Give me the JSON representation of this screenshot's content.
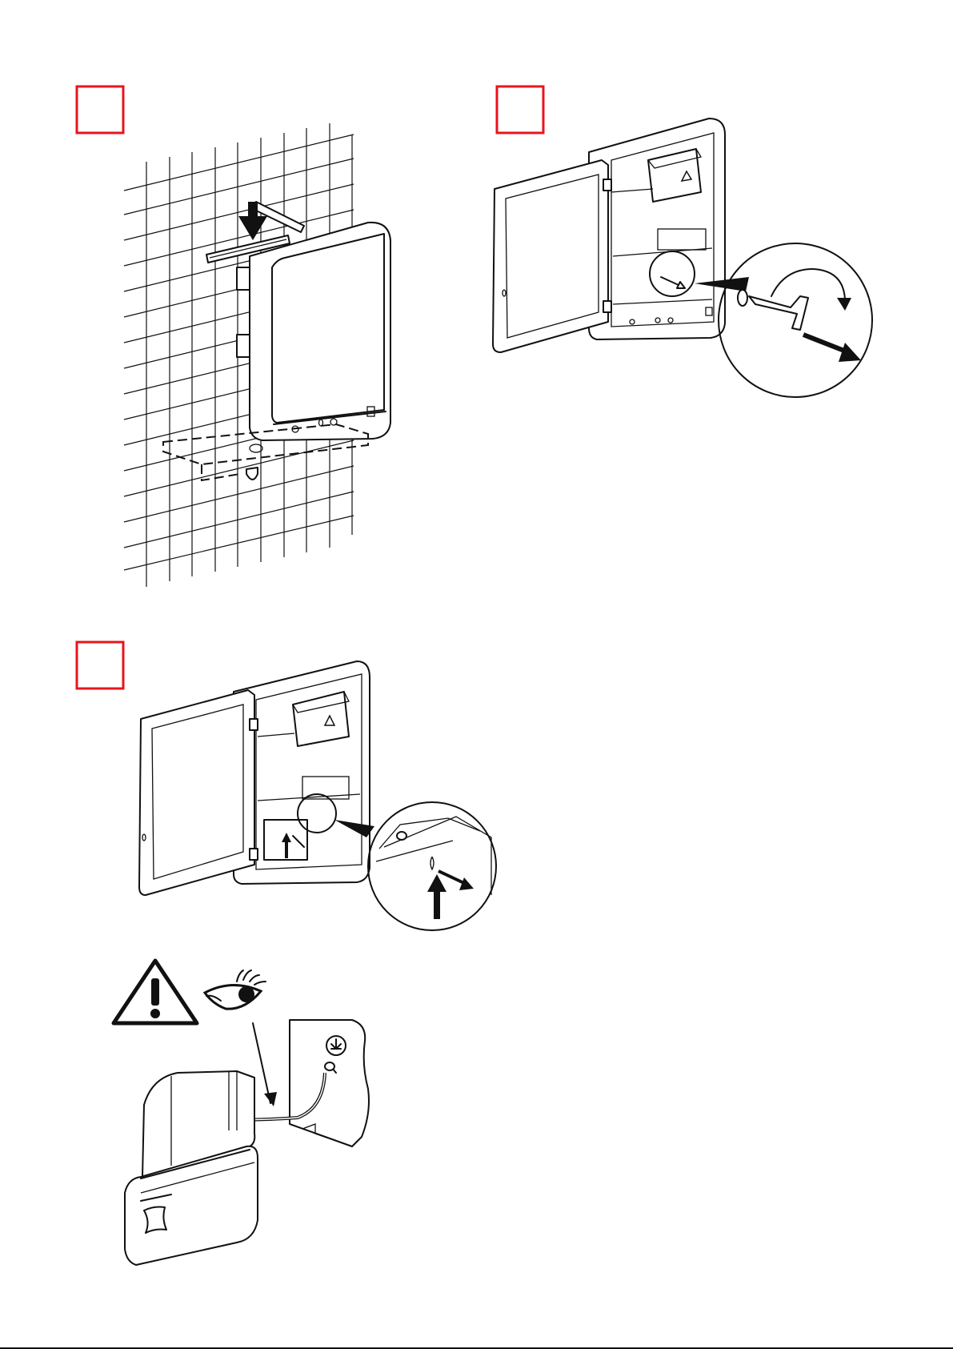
{
  "steps": [
    {
      "id": "step-1",
      "label": ""
    },
    {
      "id": "step-2",
      "label": ""
    },
    {
      "id": "step-3",
      "label": ""
    }
  ],
  "colors": {
    "step_box": "#e8141c",
    "line": "#111111",
    "background": "#ffffff"
  },
  "icons": [
    "warning-triangle-icon",
    "eye-icon",
    "ground-symbol-icon"
  ]
}
